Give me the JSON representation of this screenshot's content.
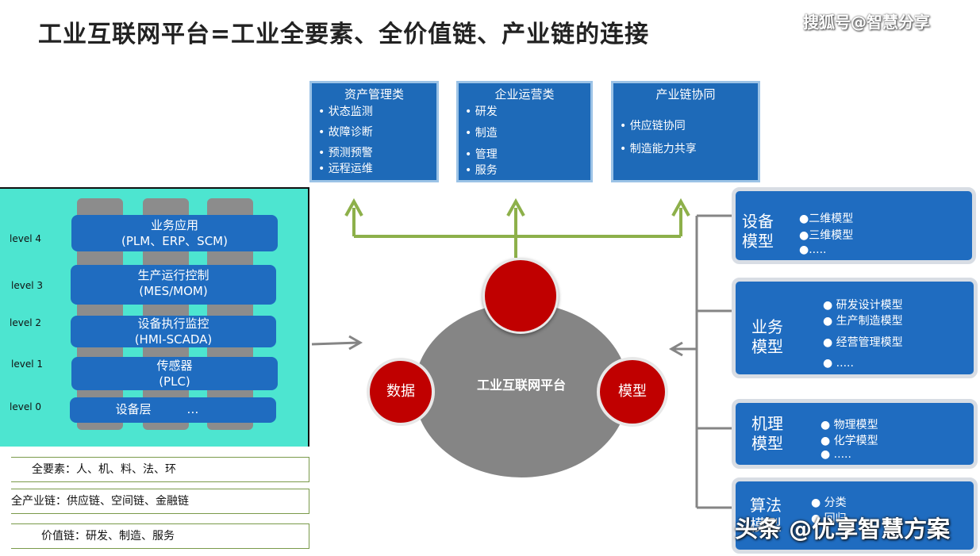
{
  "title": "工业互联网平台=工业全要素、全价值链、产业链的连接",
  "watermarks": {
    "top": "搜狐号@智慧分享",
    "bottom": "头条 @优享智慧方案"
  },
  "top_boxes": [
    {
      "title": "资产管理类",
      "items": [
        "• 状态监测",
        "• 故障诊断",
        "• 预测预警",
        "• 远程运维"
      ]
    },
    {
      "title": "企业运营类",
      "items": [
        "• 研发",
        "• 制造",
        "• 管理",
        "• 服务"
      ]
    },
    {
      "title": "产业链协同",
      "items": [
        "• 供应链协同",
        "• 制造能力共享"
      ]
    }
  ],
  "levels": [
    {
      "label": "level 4",
      "line1": "业务应用",
      "line2": "(PLM、ERP、SCM)"
    },
    {
      "label": "level 3",
      "line1": "生产运行控制",
      "line2": "(MES/MOM)"
    },
    {
      "label": "level 2",
      "line1": "设备执行监控",
      "line2": "(HMI-SCADA)"
    },
    {
      "label": "level 1",
      "line1": "传感器",
      "line2": "(PLC)"
    },
    {
      "label": "level 0",
      "line1": "设备层",
      "line2": "…"
    }
  ],
  "bottom_rows": [
    "全要素：人、机、料、法、环",
    "全产业链：供应链、空间链、金融链",
    "价值链：研发、制造、服务"
  ],
  "platform": {
    "center": "工业互联网平台",
    "left": "数据",
    "right": "模型"
  },
  "models": [
    {
      "title_l1": "设备",
      "title_l2": "模型",
      "items": [
        "●二维模型",
        "●三维模型",
        "●....."
      ]
    },
    {
      "title_l1": "业务",
      "title_l2": "模型",
      "items": [
        "●      研发设计模型",
        "●      生产制造模型",
        "●      经营管理模型",
        "●      ....."
      ]
    },
    {
      "title_l1": "机理",
      "title_l2": "模型",
      "items": [
        "●      物理模型",
        "●      化学模型",
        "●      ....."
      ]
    },
    {
      "title_l1": "算法",
      "title_l2": "模型",
      "items": [
        "●      分类",
        "●      回归"
      ]
    }
  ],
  "colors": {
    "box_blue": "#1f6cc0",
    "teal": "#4de5d0",
    "red": "#c00000",
    "gray": "#858585",
    "arrow_green": "#8db04a"
  }
}
